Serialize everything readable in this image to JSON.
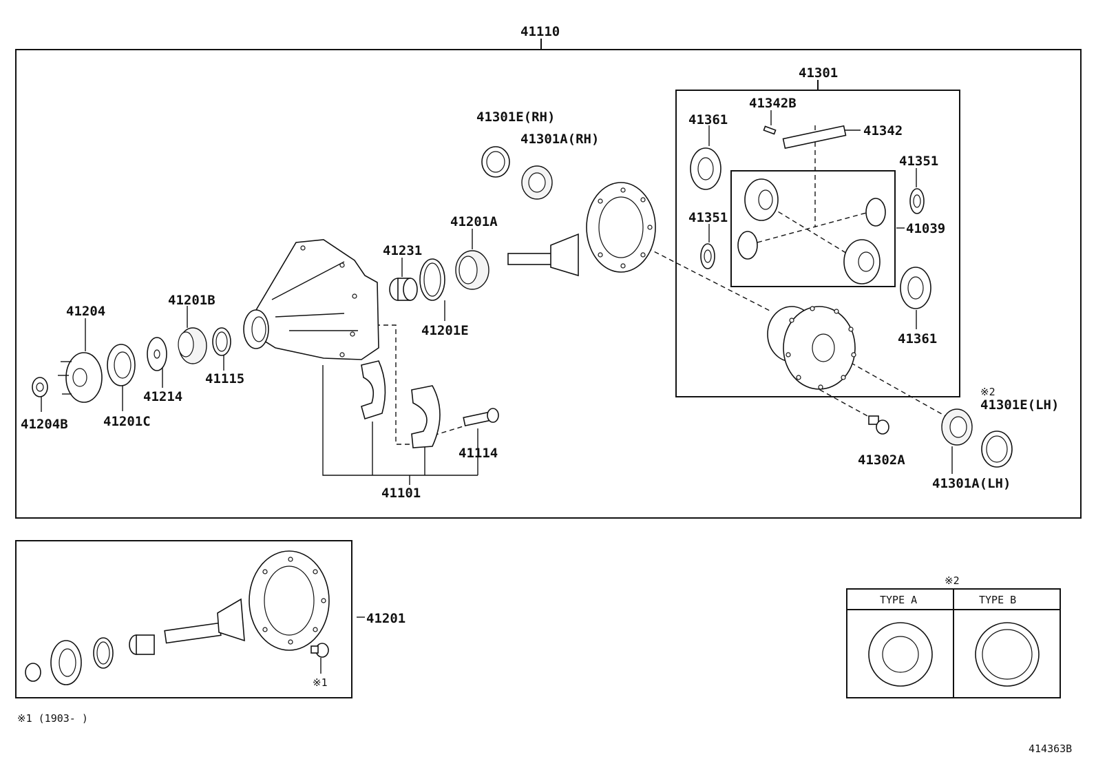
{
  "labels": {
    "assembly_41110": "41110",
    "carrier_41301": "41301",
    "p41301E_RH": "41301E(RH)",
    "p41301A_RH": "41301A(RH)",
    "p41342B": "41342B",
    "p41342": "41342",
    "p41361_top": "41361",
    "p41351_right": "41351",
    "p41351_left": "41351",
    "p41039": "41039",
    "p41361_bottom": "41361",
    "p41201A": "41201A",
    "p41231": "41231",
    "p41201E": "41201E",
    "p41204": "41204",
    "p41201B": "41201B",
    "p41204B": "41204B",
    "p41201C": "41201C",
    "p41214": "41214",
    "p41115": "41115",
    "p41114": "41114",
    "p41101": "41101",
    "p41302A": "41302A",
    "note2_top": "※2",
    "p41301E_LH": "41301E(LH)",
    "p41301A_LH": "41301A(LH)",
    "p41201": "41201",
    "note1_mark": "※1",
    "note2_table": "※2",
    "type_a": "TYPE  A",
    "type_b": "TYPE  B"
  },
  "footnote": "※1 (1903-       )",
  "diagram_id": "414363B"
}
